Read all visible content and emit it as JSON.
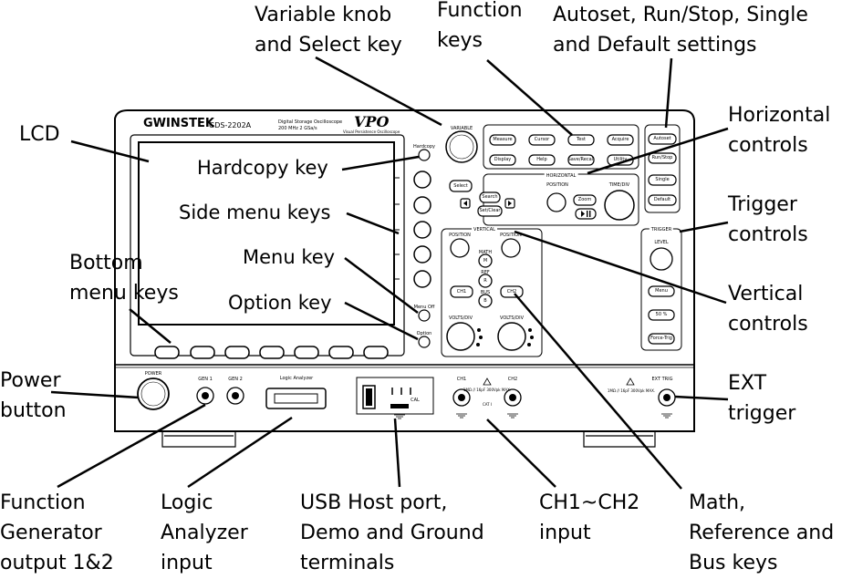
{
  "device": {
    "brand": "GWINSTEK",
    "model": "GDS-2202A",
    "desc_line1": "Digital Storage Oscilloscope",
    "desc_line2": "200 MHz  2 GSa/s",
    "logo": "VPO",
    "logo_sub": "Visual Persistence Oscilloscope"
  },
  "callouts": {
    "variable_knob": "Variable knob\nand Select key",
    "function_keys": "Function\nkeys",
    "autoset": "Autoset, Run/Stop, Single\nand Default settings",
    "lcd": "LCD",
    "horizontal": "Horizontal\ncontrols",
    "hardcopy": "Hardcopy key",
    "side_menu": "Side menu keys",
    "trigger": "Trigger\ncontrols",
    "bottom_menu": "Bottom\nmenu keys",
    "menu_key": "Menu key",
    "option_key": "Option key",
    "vertical": "Vertical\ncontrols",
    "power": "Power\nbutton",
    "ext_trigger": "EXT\ntrigger",
    "function_gen": "Function\nGenerator\noutput 1&2",
    "logic_analyzer": "Logic\nAnalyzer\ninput",
    "usb": "USB Host port,\nDemo and Ground\nterminals",
    "ch_input": "CH1~CH2\ninput",
    "math_ref": "Math,\nReference and\nBus keys"
  },
  "panel_labels": {
    "hardcopy": "Hardcopy",
    "menu_off": "Menu Off",
    "option": "Option",
    "variable": "VARIABLE",
    "select": "Select",
    "measure": "Measure",
    "cursor": "Cursor",
    "test": "Test",
    "acquire": "Acquire",
    "display": "Display",
    "help": "Help",
    "save_recall": "Save/Recall",
    "utility": "Utility",
    "autoset": "Autoset",
    "run_stop": "Run/Stop",
    "single": "Single",
    "default": "Default",
    "horizontal": "HORIZONTAL",
    "position": "POSITION",
    "search": "Search",
    "set_clear": "Set/Clear",
    "zoom": "Zoom",
    "time_div": "TIME/DIV",
    "vertical": "VERTICAL",
    "math": "MATH",
    "ref": "REF",
    "bus": "BUS",
    "m": "M",
    "r": "R",
    "b": "B",
    "ch1": "CH1",
    "ch2": "CH2",
    "volts_div": "VOLTS/DIV",
    "trigger": "TRIGGER",
    "level": "LEVEL",
    "menu": "Menu",
    "fifty": "50 %",
    "force_trig": "Force-Trig",
    "power": "POWER",
    "gen1": "GEN 1",
    "gen2": "GEN 2",
    "logic_analyzer": "Logic Analyzer",
    "ch1_in": "CH1",
    "ch2_in": "CH2",
    "ext_trig": "EXT TRIG",
    "rating": "1MΩ // 16pF 300Vpk MAX.",
    "cat": "CAT I",
    "ext_rating": "1MΩ // 16pF 300Vpk MAX.",
    "cal": "CAL"
  }
}
